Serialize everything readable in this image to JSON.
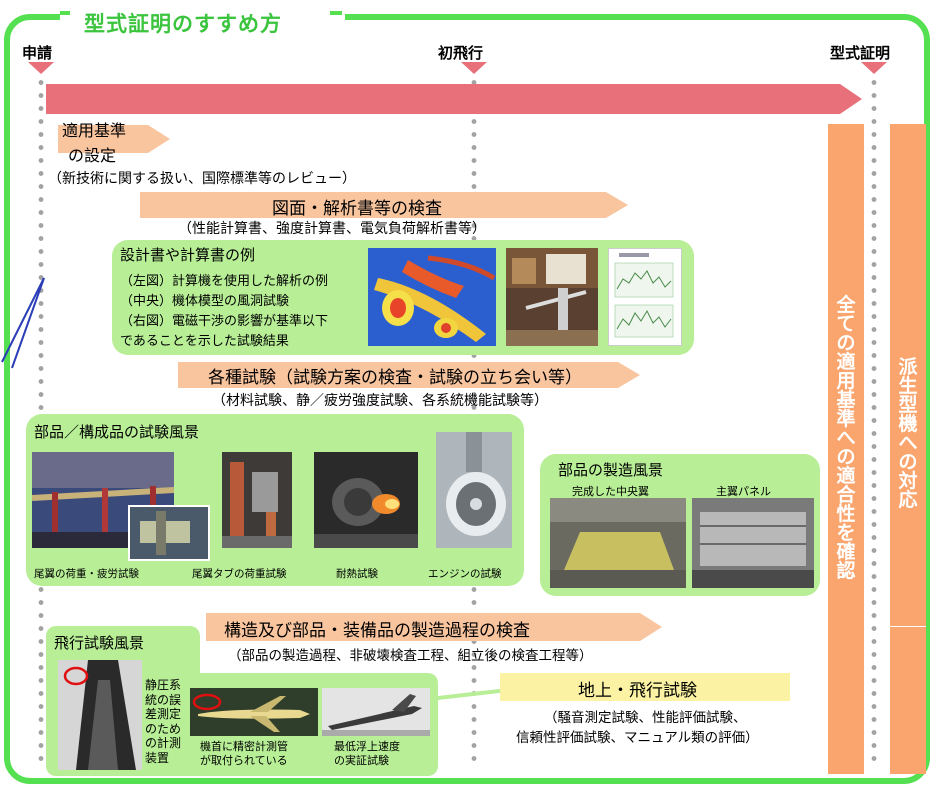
{
  "title": "型式証明のすすめ方",
  "milestones": {
    "start": "申請",
    "mid": "初飛行",
    "end": "型式証明"
  },
  "steps": {
    "standards": {
      "label_line1": "適用基準",
      "label_line2": "の設定",
      "sub": "（新技術に関する扱い、国際標準等のレビュー）"
    },
    "drawings": {
      "label": "図面・解析書等の検査",
      "sub": "（性能計算書、強度計算書、電気負荷解析書等）"
    },
    "tests": {
      "label": "各種試験（試験方案の検査・試験の立ち会い等）",
      "sub": "（材料試験、静／疲労強度試験、各系統機能試験等）"
    },
    "manufacturing": {
      "label": "構造及び部品・装備品の製造過程の検査",
      "sub": "（部品の製造過程、非破壊検査工程、組立後の検査工程等）"
    },
    "ground_flight": {
      "label": "地上・飛行試験",
      "sub_line1": "（騒音測定試験、性能評価試験、",
      "sub_line2": "信頼性評価試験、マニュアル類の評価）"
    }
  },
  "design_panel": {
    "heading": "設計書や計算書の例",
    "lines": [
      "（左図）計算機を使用した解析の例",
      "（中央）機体模型の風洞試験",
      "（右図）電磁干渉の影響が基準以下",
      "であることを示した試験結果"
    ]
  },
  "parts_test_panel": {
    "heading": "部品／構成品の試験風景",
    "captions": [
      "尾翼の荷重・疲労試験",
      "尾翼タブの荷重試験",
      "耐熱試験",
      "エンジンの試験"
    ]
  },
  "manufacture_panel": {
    "heading": "部品の製造風景",
    "captions": [
      "完成した中央翼",
      "主翼パネル"
    ]
  },
  "flight_panel": {
    "heading": "飛行試験風景",
    "side_caption": [
      "静圧系",
      "統の誤",
      "差測定",
      "のため",
      "の計測",
      "装置"
    ],
    "caption_a": [
      "機首に精密計測管",
      "が取付られている"
    ],
    "caption_b": [
      "最低浮上速度",
      "の実証試験"
    ]
  },
  "right_bars": {
    "compliance": "全ての適用基準への適合性を確認",
    "derivative": "派生型機への対応"
  },
  "colors": {
    "frame_green": "#55e052",
    "panel_green": "#b7ee96",
    "main_arrow": "#e8707a",
    "step_arrow": "#f8c59f",
    "orange_bar": "#f9a56d",
    "yellow_box": "#fbf3a3"
  }
}
